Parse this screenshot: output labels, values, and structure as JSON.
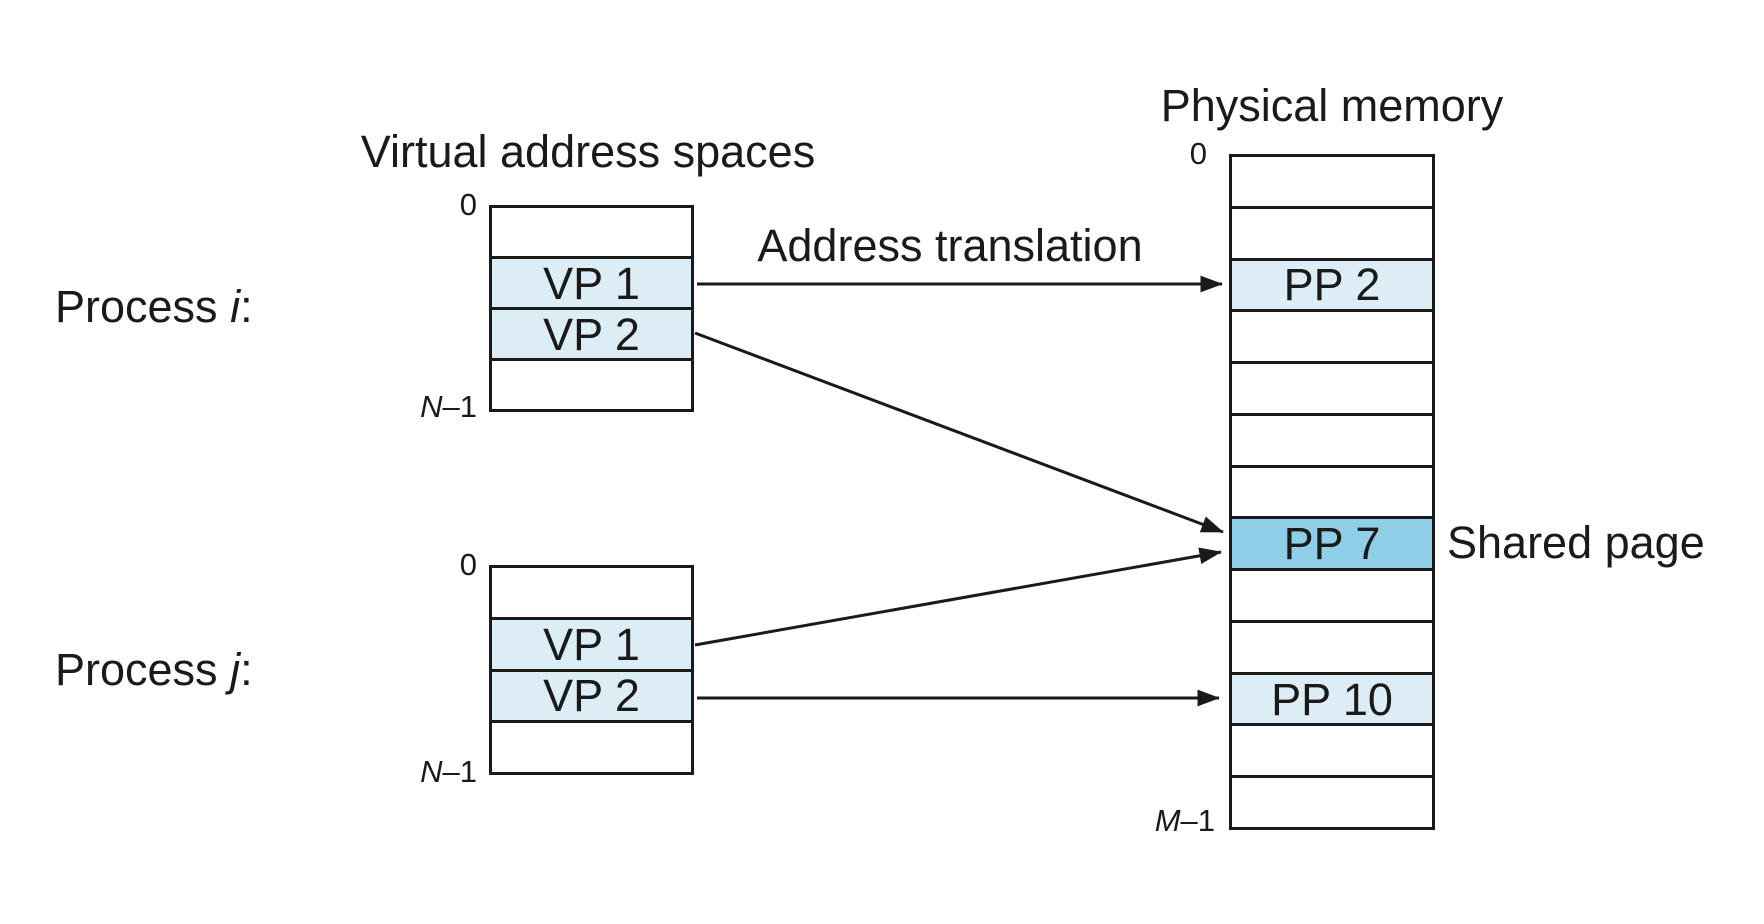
{
  "palette": {
    "page_light": "#dcedf5",
    "page_shared": "#8ecfe7",
    "line": "#1a1a1a",
    "background": "#ffffff"
  },
  "titles": {
    "virtual": "Virtual address spaces",
    "physical": "Physical memory"
  },
  "captions": {
    "address_translation": "Address translation",
    "shared_page": "Shared page"
  },
  "processes": [
    {
      "name_prefix": "Process ",
      "name_var": "i",
      "name_suffix": ":",
      "top_index": "0",
      "bottom_index_var": "N",
      "bottom_index_rest": "–1",
      "rows": [
        {
          "label": "",
          "fill": "none"
        },
        {
          "label": "VP 1",
          "fill": "light"
        },
        {
          "label": "VP 2",
          "fill": "light"
        },
        {
          "label": "",
          "fill": "none"
        }
      ]
    },
    {
      "name_prefix": "Process ",
      "name_var": "j",
      "name_suffix": ":",
      "top_index": "0",
      "bottom_index_var": "N",
      "bottom_index_rest": "–1",
      "rows": [
        {
          "label": "",
          "fill": "none"
        },
        {
          "label": "VP 1",
          "fill": "light"
        },
        {
          "label": "VP 2",
          "fill": "light"
        },
        {
          "label": "",
          "fill": "none"
        }
      ]
    }
  ],
  "physical_memory": {
    "top_index": "0",
    "bottom_index_var": "M",
    "bottom_index_rest": "–1",
    "rows": [
      {
        "label": "",
        "fill": "none"
      },
      {
        "label": "",
        "fill": "none"
      },
      {
        "label": "PP 2",
        "fill": "light"
      },
      {
        "label": "",
        "fill": "none"
      },
      {
        "label": "",
        "fill": "none"
      },
      {
        "label": "",
        "fill": "none"
      },
      {
        "label": "",
        "fill": "none"
      },
      {
        "label": "PP 7",
        "fill": "shared"
      },
      {
        "label": "",
        "fill": "none"
      },
      {
        "label": "",
        "fill": "none"
      },
      {
        "label": "PP 10",
        "fill": "light"
      },
      {
        "label": "",
        "fill": "none"
      },
      {
        "label": "",
        "fill": "none"
      }
    ]
  },
  "mappings": [
    {
      "from_process": "i",
      "from_page": "VP 1",
      "to_page": "PP 2"
    },
    {
      "from_process": "i",
      "from_page": "VP 2",
      "to_page": "PP 7"
    },
    {
      "from_process": "j",
      "from_page": "VP 1",
      "to_page": "PP 7"
    },
    {
      "from_process": "j",
      "from_page": "VP 2",
      "to_page": "PP 10"
    }
  ]
}
